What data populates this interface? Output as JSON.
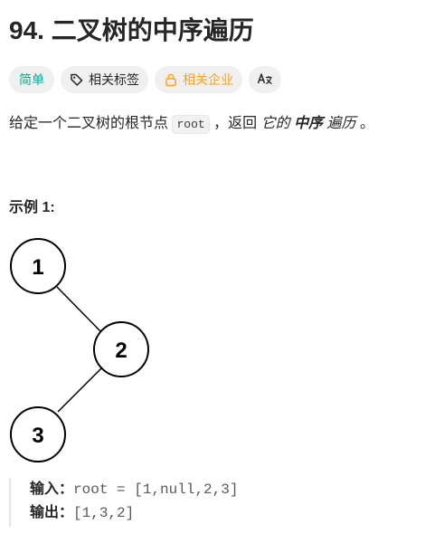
{
  "problem": {
    "title": "94. 二叉树的中序遍历"
  },
  "tags": {
    "difficulty": "简单",
    "related_topics": "相关标签",
    "related_companies": "相关企业",
    "translate_icon": "translate-icon",
    "topic_icon": "tag-icon",
    "company_icon": "lock-icon"
  },
  "description": {
    "prefix": "给定一个二叉树的根节点",
    "code": "root",
    "middle": "，返回",
    "em1": "它的",
    "strong": "中序",
    "em2": "遍历",
    "suffix": "。"
  },
  "example": {
    "title": "示例 1:",
    "tree_nodes": [
      "1",
      "2",
      "3"
    ],
    "input_label": "输入：",
    "input_value": "root = [1,null,2,3]",
    "output_label": "输出：",
    "output_value": "[1,3,2]"
  },
  "colors": {
    "difficulty_easy": "#00af9b",
    "company_accent": "#ffa116",
    "tag_bg": "#f0f0f0"
  }
}
